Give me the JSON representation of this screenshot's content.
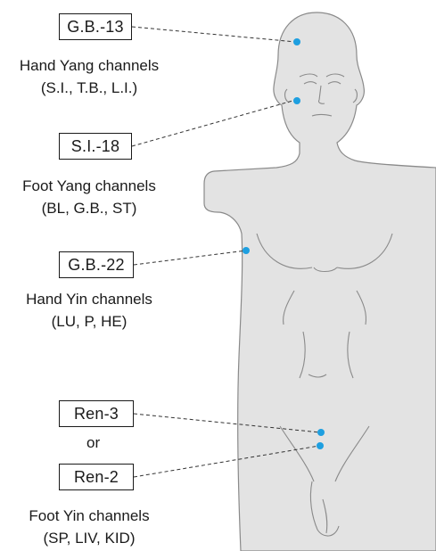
{
  "points": [
    {
      "id": "gb13",
      "label": "G.B.-13"
    },
    {
      "id": "si18",
      "label": "S.I.-18"
    },
    {
      "id": "gb22",
      "label": "G.B.-22"
    },
    {
      "id": "ren3",
      "label": "Ren-3"
    },
    {
      "id": "ren2",
      "label": "Ren-2"
    }
  ],
  "captions": [
    {
      "line1": "Hand Yang channels",
      "line2": "(S.I., T.B., L.I.)"
    },
    {
      "line1": "Foot Yang channels",
      "line2": "(BL, G.B., ST)"
    },
    {
      "line1": "Hand Yin channels",
      "line2": "(LU, P, HE)"
    },
    {
      "line1": "Foot Yin channels",
      "line2": "(SP, LIV, KID)"
    }
  ],
  "or_label": "or",
  "colors": {
    "point_dot": "#1e9fe0",
    "body_fill": "#e3e3e3",
    "body_stroke": "#8a8a8a",
    "leader_line": "#333333",
    "text": "#1a1a1a"
  }
}
